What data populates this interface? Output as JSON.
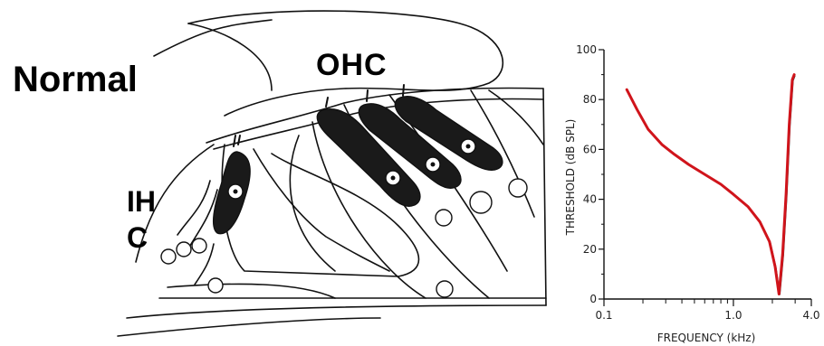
{
  "labels": {
    "condition": "Normal",
    "outer_hair_cells": "OHC",
    "inner_hair_cells_line1": "IH",
    "inner_hair_cells_line2": "C"
  },
  "colors": {
    "curve": "#d0141b",
    "ink": "#111111"
  },
  "chart_data": {
    "type": "line",
    "xlabel": "FREQUENCY (kHz)",
    "ylabel": "THRESHOLD (dB SPL)",
    "x_scale": "log",
    "xlim": [
      0.1,
      4.0
    ],
    "ylim": [
      0,
      100
    ],
    "x_ticks": [
      "0.1",
      "1.0",
      "4.0"
    ],
    "y_ticks": [
      "0",
      "20",
      "40",
      "60",
      "80",
      "100"
    ],
    "grid": false,
    "series": [
      {
        "color": "#d0141b",
        "x": [
          0.15,
          0.18,
          0.22,
          0.28,
          0.35,
          0.45,
          0.6,
          0.8,
          1.0,
          1.3,
          1.6,
          1.9,
          2.1,
          2.25,
          2.4,
          2.55,
          2.7,
          2.85,
          2.95
        ],
        "y": [
          84,
          76,
          68,
          62,
          58,
          54,
          50,
          46,
          42,
          37,
          31,
          23,
          13,
          2,
          18,
          42,
          70,
          88,
          90
        ]
      }
    ]
  }
}
